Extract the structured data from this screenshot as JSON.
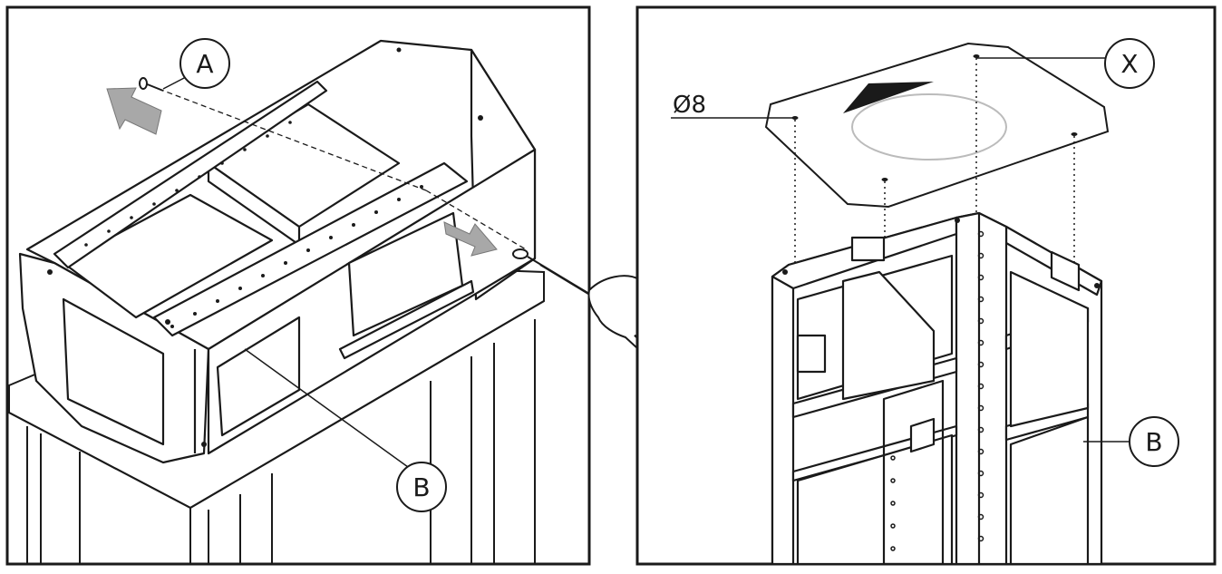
{
  "left_panel": {
    "callout_a": "A",
    "callout_b": "B"
  },
  "right_panel": {
    "callout_x": "X",
    "callout_b": "B",
    "dimension_label": "Ø8"
  },
  "colors": {
    "line": "#1a1a1a",
    "arrow_gray": "#a8a8a8",
    "ellipse": "#bbbbbb"
  }
}
